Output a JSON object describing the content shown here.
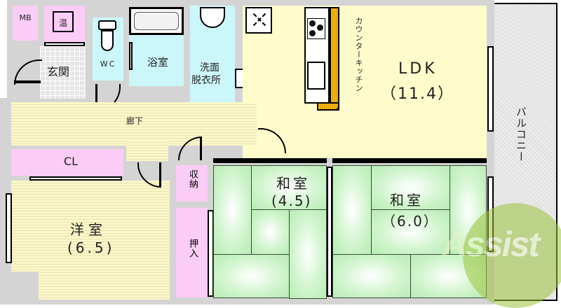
{
  "floor_plan": {
    "rooms": {
      "mb": {
        "label": "MB"
      },
      "water_heater": {
        "label": "温"
      },
      "entrance": {
        "label": "玄関"
      },
      "wc": {
        "label": "WC"
      },
      "bathroom": {
        "label": "浴室"
      },
      "washroom": {
        "label_line1": "洗面",
        "label_line2": "脱衣所"
      },
      "kitchen": {
        "label": "カウンターキッチン"
      },
      "ldk": {
        "label": "LDK",
        "size": "（11.4）"
      },
      "hallway": {
        "label": "廊下"
      },
      "closet": {
        "label": "CL"
      },
      "storage": {
        "label": "収納"
      },
      "western_room": {
        "label": "洋室",
        "size": "(6.5)"
      },
      "oshiire": {
        "label": "押入"
      },
      "japanese_room_1": {
        "label": "和室",
        "size": "(4.5)"
      },
      "japanese_room_2": {
        "label": "和室",
        "size": "（6.0）"
      },
      "balcony": {
        "label": "バルコニー"
      }
    },
    "watermark": {
      "text": "Assist",
      "color": "#8fbf3c"
    },
    "colors": {
      "ldk_floor": "#fffccc",
      "wet_area": "#ccf7fa",
      "storage": "#fbcdf6",
      "tatami": "#c8f0c4",
      "wall": "#d4d4d4",
      "counter": "#f5b800"
    }
  }
}
